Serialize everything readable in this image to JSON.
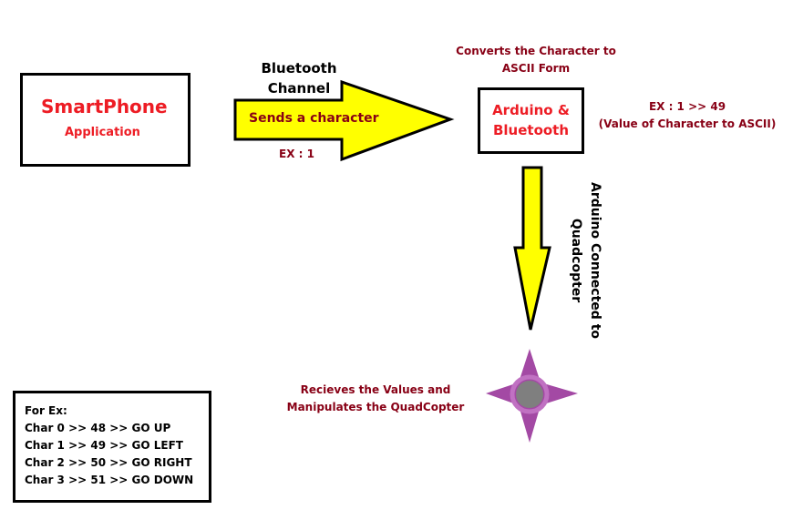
{
  "smartphone": {
    "title": "SmartPhone",
    "subtitle": "Application"
  },
  "bluetooth_channel": {
    "line1": "Bluetooth",
    "line2": "Channel"
  },
  "arrow_label": "Sends a character",
  "example_input": "EX : 1",
  "convert_note": {
    "line1": "Converts the Character to",
    "line2": "ASCII Form"
  },
  "arduino": {
    "line1": "Arduino &",
    "line2": "Bluetooth"
  },
  "ascii_example": {
    "line1": "EX : 1 >> 49",
    "line2": "(Value of Character to ASCII)"
  },
  "vertical_label": {
    "line1": "Arduino Connected to",
    "line2": "Quadcopter"
  },
  "quad_note": {
    "line1": "Recieves the Values and",
    "line2": "Manipulates the QuadCopter"
  },
  "legend": {
    "title": "For Ex:",
    "rows": [
      "Char 0 >> 48 >> GO UP",
      "Char 1 >> 49 >> GO LEFT",
      "Char 2 >> 50 >> GO RIGHT",
      "Char 3 >> 51 >> GO DOWN"
    ]
  },
  "colors": {
    "arrow_fill": "#ffff00",
    "title_red": "#ed1c24",
    "note_dark_red": "#880015",
    "quad_purple": "#a349a4",
    "quad_center": "#7f7f7f"
  }
}
